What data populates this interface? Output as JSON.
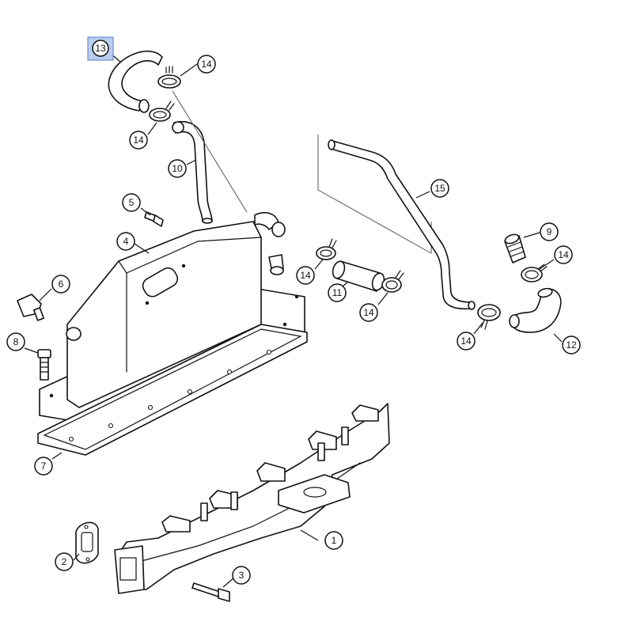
{
  "diagram": {
    "highlight_color": "#b9cdf0",
    "callouts": [
      {
        "id": "c1",
        "label": "1"
      },
      {
        "id": "c2",
        "label": "2"
      },
      {
        "id": "c3",
        "label": "3"
      },
      {
        "id": "c4",
        "label": "4"
      },
      {
        "id": "c5",
        "label": "5"
      },
      {
        "id": "c6",
        "label": "6"
      },
      {
        "id": "c7",
        "label": "7"
      },
      {
        "id": "c8",
        "label": "8"
      },
      {
        "id": "c9",
        "label": "9"
      },
      {
        "id": "c10",
        "label": "10"
      },
      {
        "id": "c11",
        "label": "11"
      },
      {
        "id": "c12",
        "label": "12"
      },
      {
        "id": "c13",
        "label": "13",
        "highlighted": true
      },
      {
        "id": "c14a",
        "label": "14"
      },
      {
        "id": "c14b",
        "label": "14"
      },
      {
        "id": "c14c",
        "label": "14"
      },
      {
        "id": "c14d",
        "label": "14"
      },
      {
        "id": "c14e",
        "label": "14"
      },
      {
        "id": "c14f",
        "label": "14"
      },
      {
        "id": "c15",
        "label": "15"
      }
    ]
  }
}
